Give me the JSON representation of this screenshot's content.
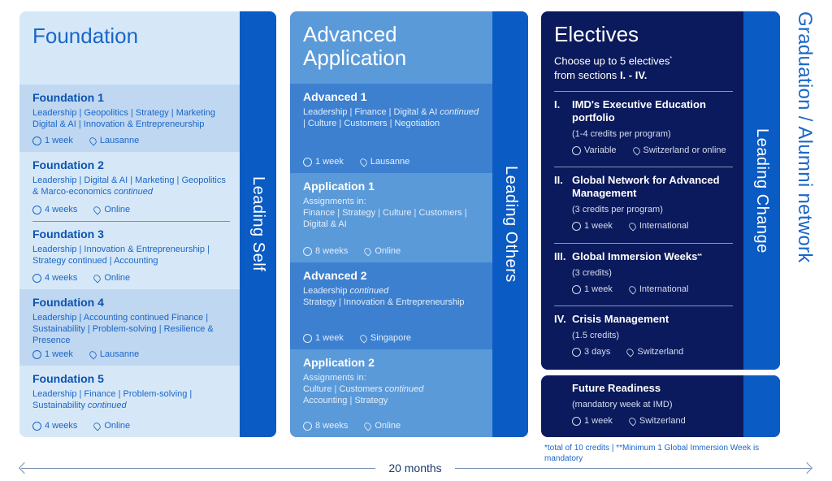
{
  "foundation": {
    "title": "Foundation",
    "stripe": "Leading Self",
    "items": [
      {
        "title": "Foundation 1",
        "desc": "Leadership | Geopolitics | Strategy | Marketing Digital & AI | Innovation & Entrepreneurship",
        "duration": "1 week",
        "location": "Lausanne"
      },
      {
        "title": "Foundation 2",
        "desc": "Leadership | Digital & AI | Marketing | Geopolitics & Marco-economics",
        "desc_italic": "continued",
        "duration": "4 weeks",
        "location": "Online"
      },
      {
        "title": "Foundation 3",
        "desc": "Leadership | Innovation & Entrepreneurship | Strategy continued | Accounting",
        "duration": "4 weeks",
        "location": "Online"
      },
      {
        "title": "Foundation 4",
        "desc": "Leadership | Accounting continued Finance | Sustainability | Problem-solving | Resilience & Presence",
        "duration": "1 week",
        "location": "Lausanne"
      },
      {
        "title": "Foundation 5",
        "desc": "Leadership | Finance | Problem-solving | Sustainability",
        "desc_italic": "continued",
        "duration": "4 weeks",
        "location": "Online"
      }
    ]
  },
  "advanced": {
    "title": "Advanced Application",
    "stripe": "Leading Others",
    "items": [
      {
        "title": "Advanced 1",
        "desc_a": "Leadership | Finance | Digital & AI",
        "desc_italic": "continued",
        "desc_b": "| Culture | Customers | Negotiation",
        "duration": "1 week",
        "location": "Lausanne"
      },
      {
        "title": "Application 1",
        "desc_a": "Assignments in:",
        "desc_b": "Finance | Strategy | Culture | Customers | Digital & AI",
        "duration": "8 weeks",
        "location": "Online"
      },
      {
        "title": "Advanced 2",
        "desc_a": "Leadership",
        "desc_italic": "continued",
        "desc_b": "Strategy | Innovation & Entrepreneurship",
        "duration": "1 week",
        "location": "Singapore"
      },
      {
        "title": "Application 2",
        "desc_a": "Assignments in:",
        "desc_b": "Culture | Customers",
        "desc_italic": "continued",
        "desc_c": "Accounting | Strategy",
        "duration": "8 weeks",
        "location": "Online"
      }
    ]
  },
  "electives": {
    "title": "Electives",
    "subtitle_a": "Choose up to 5 electives",
    "subtitle_sup": "*",
    "subtitle_b": "from sections",
    "subtitle_bold": "I. - IV.",
    "stripe": "Leading Change",
    "items": [
      {
        "num": "I.",
        "title": "IMD's Executive Education portfolio",
        "sup": "",
        "credits": "(1-4 credits per program)",
        "duration": "Variable",
        "location": "Switzerland or online"
      },
      {
        "num": "II.",
        "title": "Global Network for Advanced Management",
        "sup": "",
        "credits": "(3 credits per program)",
        "duration": "1 week",
        "location": "International"
      },
      {
        "num": "III.",
        "title": "Global Immersion Weeks",
        "sup": "**",
        "credits": "(3 credits)",
        "duration": "1 week",
        "location": "International"
      },
      {
        "num": "IV.",
        "title": "Crisis Management",
        "sup": "",
        "credits": "(1.5 credits)",
        "duration": "3 days",
        "location": "Switzerland"
      }
    ]
  },
  "future": {
    "title": "Future Readiness",
    "credits": "(mandatory week at IMD)",
    "duration": "1 week",
    "location": "Switzerland"
  },
  "footnote": "*total of 10 credits | **Minimum 1 Global Immersion Week is mandatory",
  "graduation": "Graduation / Alumni network",
  "timeline": "20 months",
  "icons": {
    "duration": "clock-icon",
    "location": "location-pin-icon"
  },
  "colors": {
    "stripe": "#0a5bc4",
    "foundation_bg": "#d6e8f7",
    "advanced_bg": "#5b9ad9",
    "electives_bg": "#0a1a5c"
  }
}
